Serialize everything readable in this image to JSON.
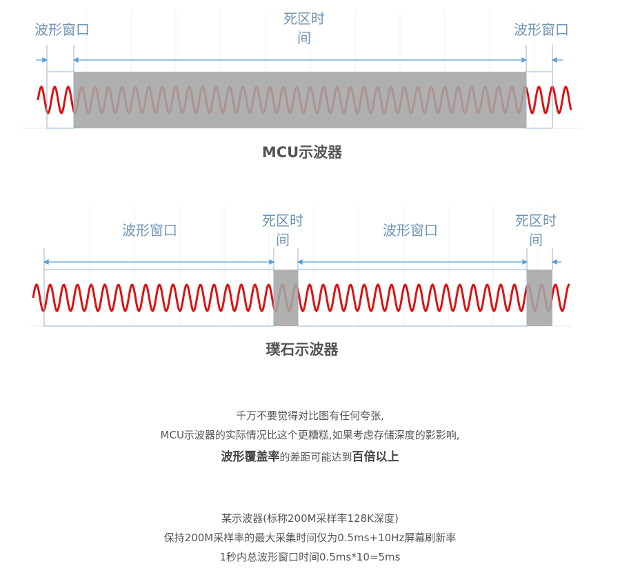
{
  "diagram1": {
    "labels": {
      "window_left": "波形窗口",
      "dead_line1": "死区时",
      "dead_line2": "间",
      "window_right": "波形窗口"
    },
    "caption": "MCU示波器"
  },
  "diagram2": {
    "labels": {
      "window_1": "波形窗口",
      "dead_1_line1": "死区时",
      "dead_1_line2": "间",
      "window_2": "波形窗口",
      "dead_2_line1": "死区时",
      "dead_2_line2": "间"
    },
    "caption": "璞石示波器"
  },
  "paragraph1": {
    "line1": "千万不要觉得对比图有任何夸张,",
    "line2": "MCU示波器的实际情况比这个更糟糕,如果考虑存储深度的影影响,",
    "line3_bold_a": "波形覆盖率",
    "line3_mid": "的差距可能达到",
    "line3_bold_b": "百倍以上"
  },
  "paragraph2": {
    "line1": "某示波器(标称200M采样率128K深度)",
    "line2": "保持200M采样率的最大采集时间仅为0.5ms+10Hz屏幕刷新率",
    "line3": "1秒内总波形窗口时间0.5ms*10=5ms"
  },
  "colors": {
    "wave": "#dd1111",
    "dead_zone": "#a5a5a5",
    "annotation": "#6f94b6",
    "text": "#555555"
  }
}
